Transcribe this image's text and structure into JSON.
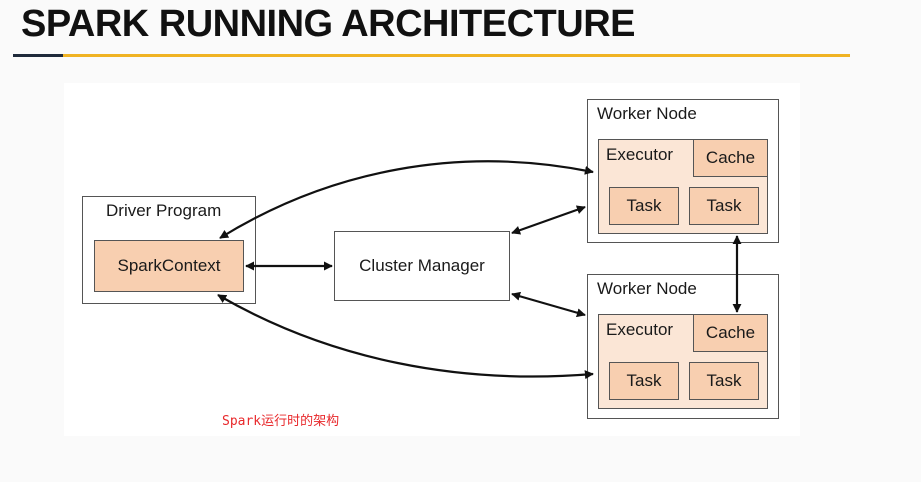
{
  "slide": {
    "title": "SPARK RUNNING ARCHITECTURE",
    "caption": "Spark运行时的架构"
  },
  "diagram": {
    "driver": {
      "label": "Driver Program",
      "context": "SparkContext"
    },
    "cluster_manager": {
      "label": "Cluster Manager"
    },
    "workers": [
      {
        "label": "Worker Node",
        "executor": "Executor",
        "cache": "Cache",
        "tasks": [
          "Task",
          "Task"
        ]
      },
      {
        "label": "Worker Node",
        "executor": "Executor",
        "cache": "Cache",
        "tasks": [
          "Task",
          "Task"
        ]
      }
    ]
  },
  "colors": {
    "accent_gold": "#f0b323",
    "accent_dark": "#1f2a3a",
    "caption_red": "#e8282b",
    "component_fill": "#f8cfb0",
    "executor_fill": "#fbe6d6"
  }
}
